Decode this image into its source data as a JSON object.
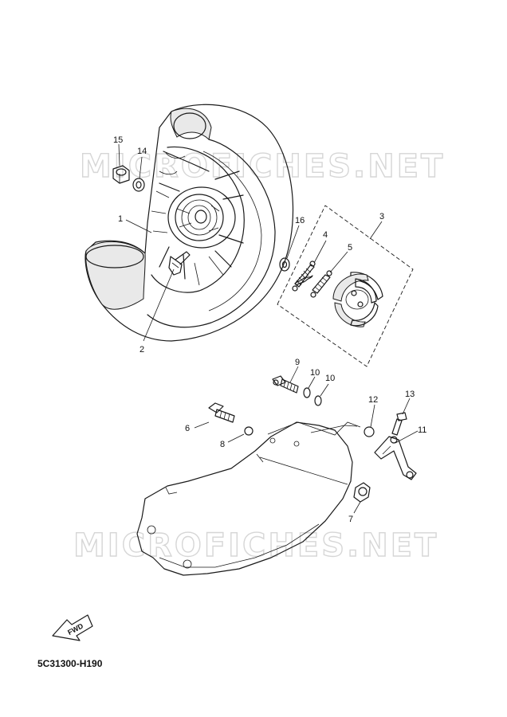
{
  "watermark": "MICROFICHES.NET",
  "fwd_label": "FWD",
  "diagram_code": "5C31300-H190",
  "callouts": {
    "c1": "1",
    "c2": "2",
    "c3": "3",
    "c4": "4",
    "c5": "5",
    "c6": "6",
    "c7": "7",
    "c8": "8",
    "c9": "9",
    "c10a": "10",
    "c10b": "10",
    "c11": "11",
    "c12": "12",
    "c13": "13",
    "c14": "14",
    "c15": "15",
    "c16": "16"
  }
}
